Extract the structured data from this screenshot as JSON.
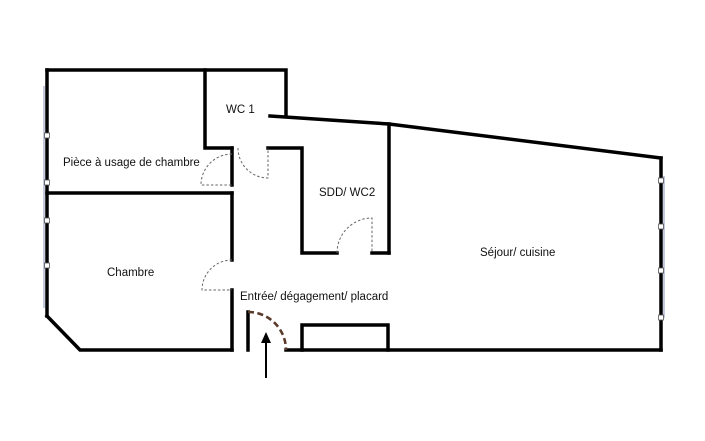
{
  "rooms": {
    "chambre_1": "Pièce à usage de chambre",
    "wc": "WC 1",
    "sdd": "SDD/ WC2",
    "chambre_2": "Chambre",
    "entree": "Entrée/ dégagement/ placard",
    "sejour": "Séjour/ cuisine"
  }
}
